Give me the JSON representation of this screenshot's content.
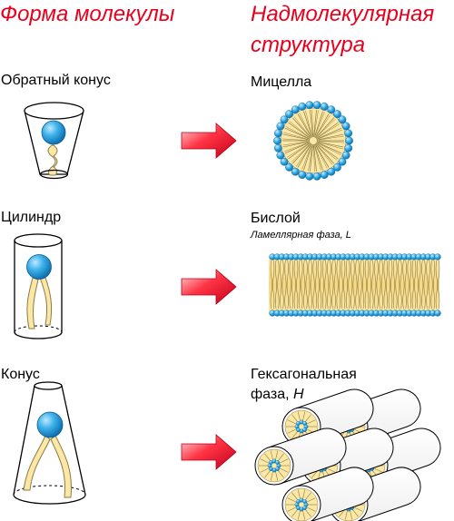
{
  "headers": {
    "left": "Форма молекулы",
    "right_line1": "Надмолекулярная",
    "right_line2": "структура"
  },
  "rows": [
    {
      "shape": "Обратный конус",
      "structure": "Мицелла",
      "phase_line1": "",
      "phase_line2": ""
    },
    {
      "shape": "Цилиндр",
      "structure": "Бислой",
      "phase_line1": "Ламеллярная фаза, L",
      "phase_line2": ""
    },
    {
      "shape": "Конус",
      "structure": "Гексагональная",
      "phase_line1": "фаза, ",
      "phase_symbol": "H"
    }
  ],
  "colors": {
    "header": "#e8001c",
    "head_group": "#1e9ad6",
    "tail": "#fbe8a6",
    "arrow_fill": "#e8001c",
    "arrow_light": "#ffd0d0"
  },
  "icons": [
    "reverse-cone-icon",
    "cylinder-icon",
    "cone-icon",
    "arrow-right-icon",
    "micelle-icon",
    "bilayer-icon",
    "hexagonal-phase-icon"
  ]
}
